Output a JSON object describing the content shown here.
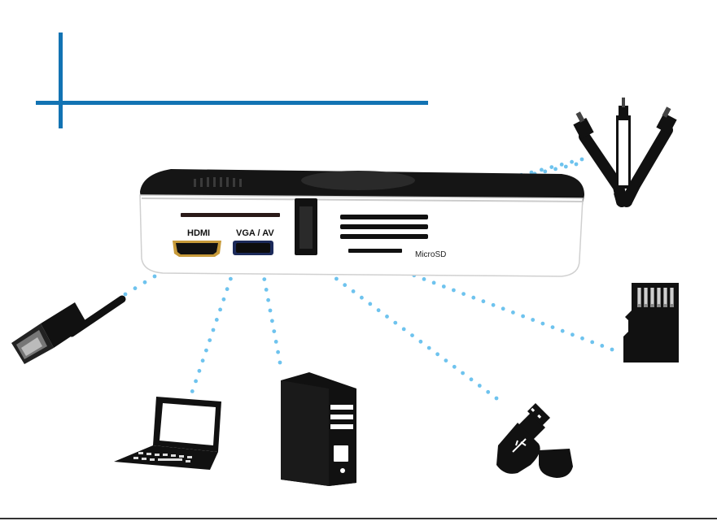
{
  "accent_color": "#1273b3",
  "dot_color": "#6ec3ee",
  "device": {
    "ports": {
      "hdmi_label": "HDMI",
      "vga_av_label": "VGA / AV",
      "microsd_label": "MicroSD"
    }
  },
  "peripherals": [
    {
      "name": "HDMI cable",
      "icon": "hdmi-cable-icon"
    },
    {
      "name": "Laptop",
      "icon": "laptop-icon"
    },
    {
      "name": "Desktop tower",
      "icon": "desktop-tower-icon"
    },
    {
      "name": "USB flash drive",
      "icon": "usb-drive-icon"
    },
    {
      "name": "MicroSD card",
      "icon": "microsd-card-icon"
    },
    {
      "name": "RCA AV cables",
      "icon": "rca-cable-icon"
    }
  ]
}
